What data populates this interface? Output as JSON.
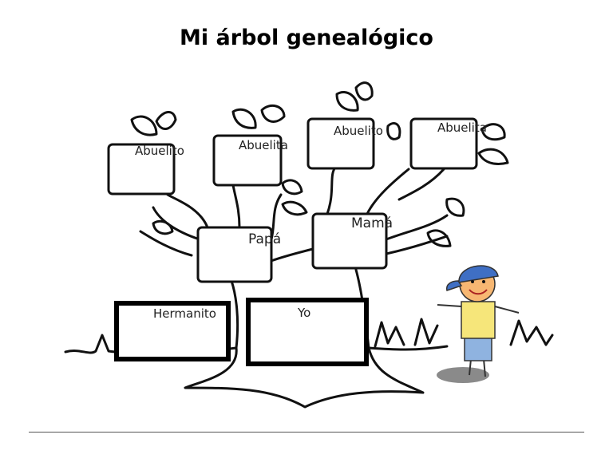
{
  "title": "Mi árbol genealógico",
  "boxes": {
    "abuelito_left": "Abuelito",
    "abuelita_left": "Abuelita",
    "abuelito_right": "Abuelito",
    "abuelita_right": "Abuelita",
    "papa": "Papá",
    "mama": "Mamá",
    "hermanito": "Hermanito",
    "yo": "Yo"
  }
}
